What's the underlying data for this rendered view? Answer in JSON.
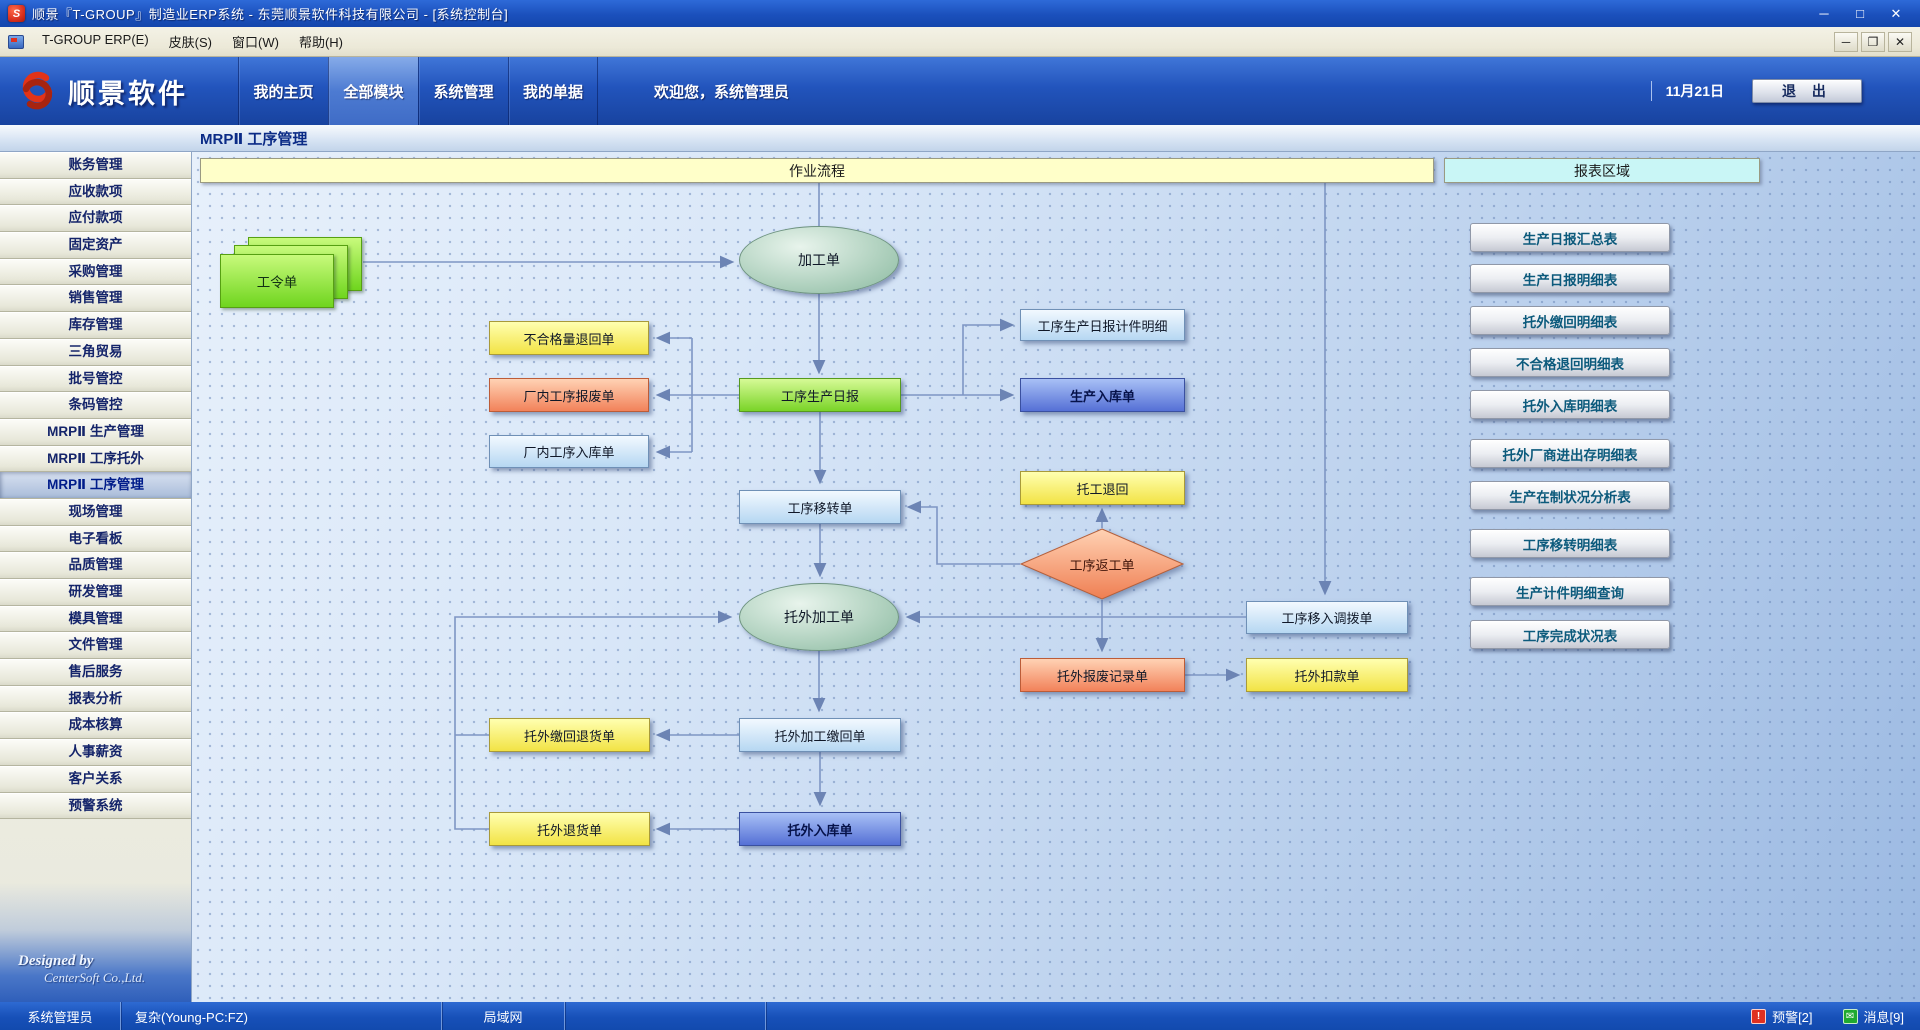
{
  "window": {
    "title": "顺景『T-GROUP』制造业ERP系统 - 东莞顺景软件科技有限公司 - [系统控制台]"
  },
  "icons": {
    "app": "S",
    "minimize": "─",
    "maximize": "□",
    "restore": "❐",
    "close": "✕",
    "alert": "!",
    "message": "✉"
  },
  "menubar": {
    "items": [
      "T-GROUP ERP(E)",
      "皮肤(S)",
      "窗口(W)",
      "帮助(H)"
    ]
  },
  "header": {
    "logo_text": "顺景软件",
    "tabs": [
      {
        "label": "我的主页",
        "active": false
      },
      {
        "label": "全部模块",
        "active": true
      },
      {
        "label": "系统管理",
        "active": false
      },
      {
        "label": "我的单据",
        "active": false
      }
    ],
    "welcome": "欢迎您，系统管理员",
    "date": "11月21日",
    "exit_label": "退 出"
  },
  "subheader": {
    "title": "MRPⅡ 工序管理"
  },
  "sidebar": {
    "items": [
      "账务管理",
      "应收款项",
      "应付款项",
      "固定资产",
      "采购管理",
      "销售管理",
      "库存管理",
      "三角贸易",
      "批号管控",
      "条码管控",
      "MRPⅡ 生产管理",
      "MRPⅡ 工序托外",
      "MRPⅡ 工序管理",
      "现场管理",
      "电子看板",
      "品质管理",
      "研发管理",
      "模具管理",
      "文件管理",
      "售后服务",
      "报表分析",
      "成本核算",
      "人事薪资",
      "客户关系",
      "预警系统"
    ],
    "active_index": 12,
    "designed_by_line1": "Designed by",
    "designed_by_line2": "CenterSoft Co.,Ltd."
  },
  "flow": {
    "section_flow_title": "作业流程",
    "section_report_title": "报表区域",
    "nodes": [
      {
        "id": "gonglingdan",
        "label": "工令单",
        "type": "stack"
      },
      {
        "id": "jiagongdan",
        "label": "加工单",
        "type": "ellipse"
      },
      {
        "id": "buhegeliang",
        "label": "不合格量退回单",
        "type": "yellow"
      },
      {
        "id": "changneibaofei",
        "label": "厂内工序报废单",
        "type": "salmon"
      },
      {
        "id": "changneiruku",
        "label": "厂内工序入库单",
        "type": "cyan"
      },
      {
        "id": "gongxuribao",
        "label": "工序生产日报",
        "type": "green"
      },
      {
        "id": "ribaojijian",
        "label": "工序生产日报计件明细",
        "type": "cyan"
      },
      {
        "id": "shengchanruku",
        "label": "生产入库单",
        "type": "blue"
      },
      {
        "id": "gongxuyizhuan",
        "label": "工序移转单",
        "type": "cyan"
      },
      {
        "id": "tuogongtuihui",
        "label": "托工退回",
        "type": "yellow"
      },
      {
        "id": "gongxufangong",
        "label": "工序返工单",
        "type": "diamond"
      },
      {
        "id": "tuowaijiagong",
        "label": "托外加工单",
        "type": "ellipse"
      },
      {
        "id": "yirudiaobo",
        "label": "工序移入调拨单",
        "type": "cyan"
      },
      {
        "id": "tuowaibaofei",
        "label": "托外报废记录单",
        "type": "salmon"
      },
      {
        "id": "tuowaikoukuan",
        "label": "托外扣款单",
        "type": "yellow"
      },
      {
        "id": "jiaohuituihuo",
        "label": "托外缴回退货单",
        "type": "yellow"
      },
      {
        "id": "jiagongjiaohui",
        "label": "托外加工缴回单",
        "type": "cyan"
      },
      {
        "id": "tuowaituihuo",
        "label": "托外退货单",
        "type": "yellow"
      },
      {
        "id": "tuowairuku",
        "label": "托外入库单",
        "type": "blue"
      }
    ],
    "reports": [
      "生产日报汇总表",
      "生产日报明细表",
      "托外缴回明细表",
      "不合格退回明细表",
      "托外入库明细表",
      "托外厂商进出存明细表",
      "生产在制状况分析表",
      "工序移转明细表",
      "生产计件明细查询",
      "工序完成状况表"
    ],
    "palette": {
      "yellow": {
        "c1": "#ffffb0",
        "c2": "#f2e345",
        "border": "#a89a3a"
      },
      "salmon": {
        "c1": "#ffd2b4",
        "c2": "#f2825a",
        "border": "#bc5c38"
      },
      "cyan": {
        "c1": "#f2f9ff",
        "c2": "#b6d7f2",
        "border": "#6f90b6"
      },
      "green": {
        "c1": "#d6fa96",
        "c2": "#7ad428",
        "border": "#569a1e"
      },
      "blue": {
        "c1": "#a8c0f6",
        "c2": "#5570d6",
        "border": "#3a50a0"
      },
      "ellipse": {
        "c1": "#e8f4ec",
        "c2": "#9ec6b0",
        "border": "#6e9380"
      },
      "diamond": {
        "c1": "#ffd2b4",
        "c2": "#ef7e52",
        "border": "#b4603c"
      },
      "stack": {
        "c1": "#c8fa7c",
        "c2": "#6fd51e",
        "border": "#56a012"
      }
    }
  },
  "statusbar": {
    "user": "系统管理员",
    "machine": "复杂(Young-PC:FZ)",
    "network": "局域网",
    "alerts": "预警[2]",
    "messages": "消息[9]"
  },
  "colors": {
    "titlebar_blue": "#1b50bc",
    "header_blue": "#2254bc",
    "menubar_gray": "#ece9d8",
    "brand_red": "#d9301e",
    "flow_header_yellow": "#ffffc9",
    "report_header_cyan": "#c9f6f6",
    "connector": "#7e96c4",
    "status_bar_blue": "#1750b8"
  }
}
